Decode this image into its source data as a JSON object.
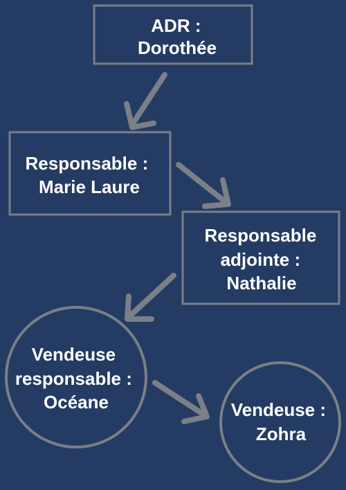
{
  "diagram": {
    "colors": {
      "background": "#243b63",
      "stroke": "#7a7f88",
      "text": "#ffffff"
    },
    "nodes": {
      "adr": {
        "shape": "rectangle",
        "lines": [
          "ADR :",
          "Dorothée"
        ]
      },
      "responsable": {
        "shape": "rectangle",
        "lines": [
          "Responsable :",
          "Marie Laure"
        ]
      },
      "responsable_adjointe": {
        "shape": "rectangle",
        "lines": [
          "Responsable",
          "adjointe :",
          "Nathalie"
        ]
      },
      "vendeuse_responsable": {
        "shape": "circle",
        "lines": [
          "Vendeuse",
          "responsable :",
          "Océane"
        ]
      },
      "vendeuse": {
        "shape": "circle",
        "lines": [
          "Vendeuse :",
          "Zohra"
        ]
      }
    },
    "edges": [
      {
        "from": "adr",
        "to": "responsable"
      },
      {
        "from": "responsable",
        "to": "responsable_adjointe"
      },
      {
        "from": "responsable_adjointe",
        "to": "vendeuse_responsable"
      },
      {
        "from": "vendeuse_responsable",
        "to": "vendeuse"
      }
    ]
  }
}
